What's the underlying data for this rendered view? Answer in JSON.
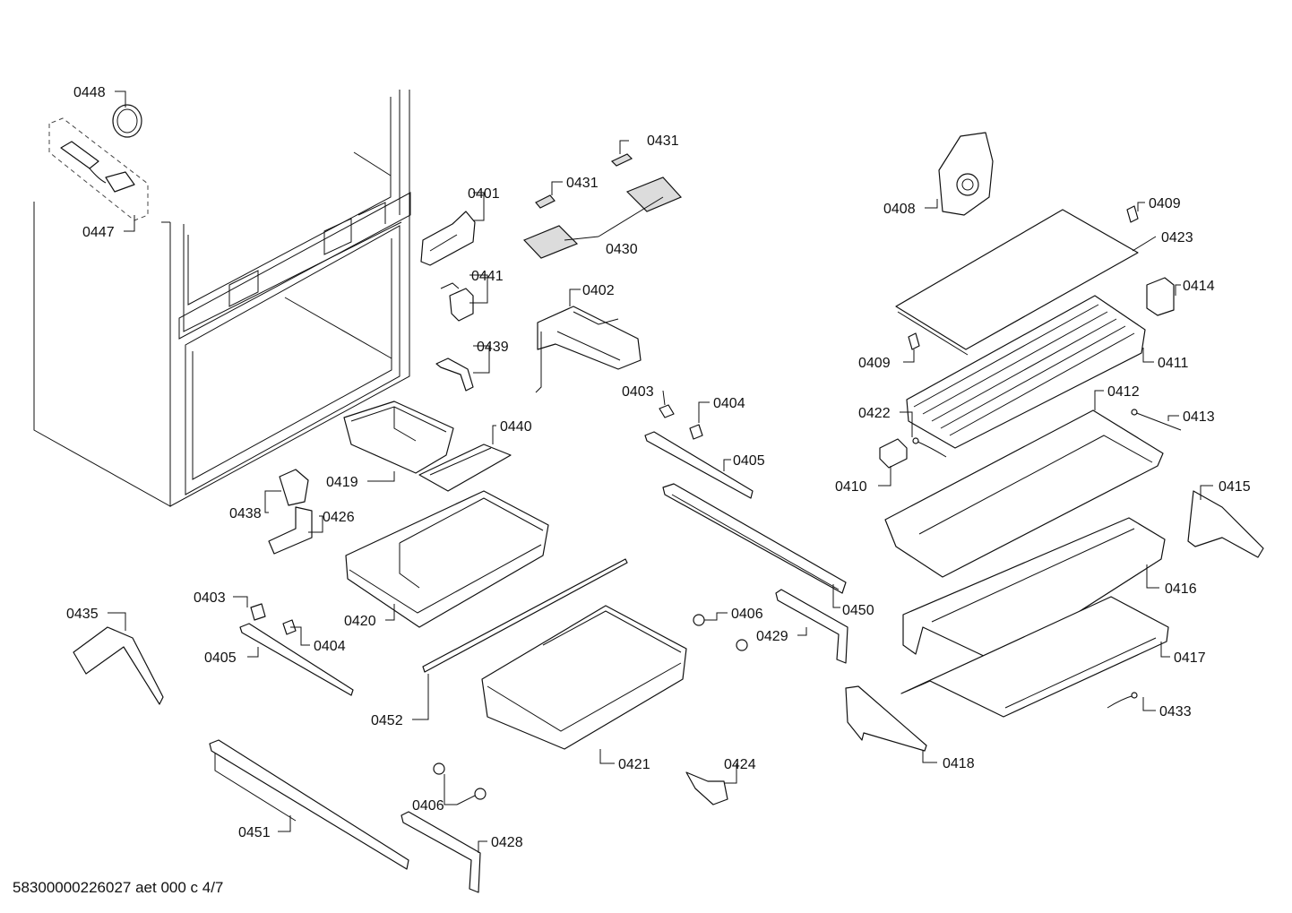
{
  "document_id": "58300000226027 aet 000 c 4/7",
  "callouts": [
    {
      "id": "0448",
      "label": "0448"
    },
    {
      "id": "0447",
      "label": "0447"
    },
    {
      "id": "0401",
      "label": "0401"
    },
    {
      "id": "0431a",
      "label": "0431"
    },
    {
      "id": "0431b",
      "label": "0431"
    },
    {
      "id": "0430",
      "label": "0430"
    },
    {
      "id": "0441",
      "label": "0441"
    },
    {
      "id": "0402",
      "label": "0402"
    },
    {
      "id": "0439",
      "label": "0439"
    },
    {
      "id": "0403a",
      "label": "0403"
    },
    {
      "id": "0404a",
      "label": "0404"
    },
    {
      "id": "0405a",
      "label": "0405"
    },
    {
      "id": "0419",
      "label": "0419"
    },
    {
      "id": "0440",
      "label": "0440"
    },
    {
      "id": "0438",
      "label": "0438"
    },
    {
      "id": "0426",
      "label": "0426"
    },
    {
      "id": "0420",
      "label": "0420"
    },
    {
      "id": "0450",
      "label": "0450"
    },
    {
      "id": "0403b",
      "label": "0403"
    },
    {
      "id": "0404b",
      "label": "0404"
    },
    {
      "id": "0405b",
      "label": "0405"
    },
    {
      "id": "0435",
      "label": "0435"
    },
    {
      "id": "0406a",
      "label": "0406"
    },
    {
      "id": "0429",
      "label": "0429"
    },
    {
      "id": "0452",
      "label": "0452"
    },
    {
      "id": "0421",
      "label": "0421"
    },
    {
      "id": "0424",
      "label": "0424"
    },
    {
      "id": "0406b",
      "label": "0406"
    },
    {
      "id": "0451",
      "label": "0451"
    },
    {
      "id": "0428",
      "label": "0428"
    },
    {
      "id": "0408",
      "label": "0408"
    },
    {
      "id": "0409a",
      "label": "0409"
    },
    {
      "id": "0423",
      "label": "0423"
    },
    {
      "id": "0414",
      "label": "0414"
    },
    {
      "id": "0409b",
      "label": "0409"
    },
    {
      "id": "0411",
      "label": "0411"
    },
    {
      "id": "0412",
      "label": "0412"
    },
    {
      "id": "0422",
      "label": "0422"
    },
    {
      "id": "0413",
      "label": "0413"
    },
    {
      "id": "0410",
      "label": "0410"
    },
    {
      "id": "0415",
      "label": "0415"
    },
    {
      "id": "0416",
      "label": "0416"
    },
    {
      "id": "0417",
      "label": "0417"
    },
    {
      "id": "0433",
      "label": "0433"
    },
    {
      "id": "0418",
      "label": "0418"
    }
  ]
}
